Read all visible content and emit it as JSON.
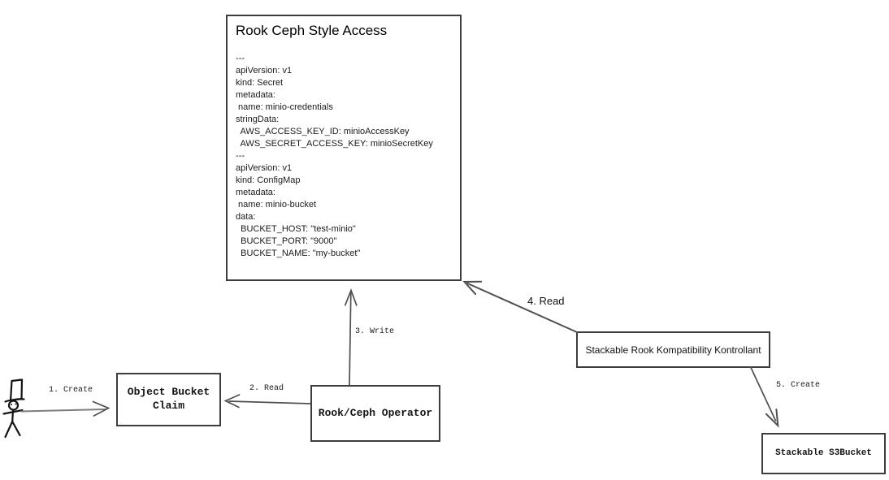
{
  "colors": {
    "background": "#ffffff",
    "box_border": "#3d3d3d",
    "arrow": "#4f4f4f",
    "text": "#111111"
  },
  "nodes": {
    "rook_ceph_style_access": {
      "title": "Rook Ceph Style Access",
      "yaml": "---\napiVersion: v1\nkind: Secret\nmetadata:\n name: minio-credentials\nstringData:\n  AWS_ACCESS_KEY_ID: minioAccessKey\n  AWS_SECRET_ACCESS_KEY: minioSecretKey\n---\napiVersion: v1\nkind: ConfigMap\nmetadata:\n name: minio-bucket\ndata:\n  BUCKET_HOST: \"test-minio\"\n  BUCKET_PORT: \"9000\"\n  BUCKET_NAME: \"my-bucket\""
    },
    "object_bucket_claim": {
      "label": "Object Bucket\nClaim"
    },
    "rook_ceph_operator": {
      "label": "Rook/Ceph Operator"
    },
    "stackable_kontrollant": {
      "label": "Stackable Rook Kompatibility Kontrollant"
    },
    "stackable_s3bucket": {
      "label": "Stackable S3Bucket"
    }
  },
  "actor": {
    "name": "user",
    "icon": "stick-figure-with-top-hat"
  },
  "edges": [
    {
      "label": "1. Create",
      "from": "user",
      "to": "object_bucket_claim"
    },
    {
      "label": "2. Read",
      "from": "rook_ceph_operator",
      "to": "object_bucket_claim"
    },
    {
      "label": "3. Write",
      "from": "rook_ceph_operator",
      "to": "rook_ceph_style_access"
    },
    {
      "label": "4. Read",
      "from": "stackable_kontrollant",
      "to": "rook_ceph_style_access"
    },
    {
      "label": "5. Create",
      "from": "stackable_kontrollant",
      "to": "stackable_s3bucket"
    }
  ]
}
